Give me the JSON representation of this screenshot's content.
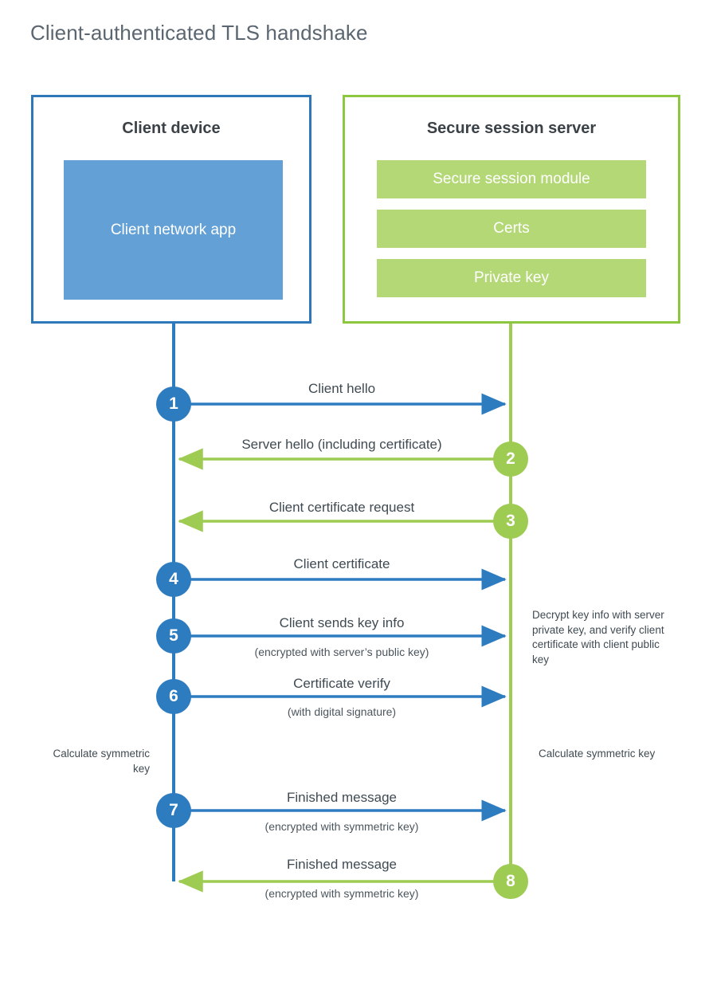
{
  "title": "Client-authenticated TLS handshake",
  "colors": {
    "client_accent": "#2e77b8",
    "client_fill": "#62a0d6",
    "client_circle": "#2e7cc0",
    "server_accent": "#8dc63f",
    "server_fill": "#b5d877",
    "server_circle": "#9ecb52",
    "text": "#3f4a52",
    "title_text": "#5b6670",
    "background": "#ffffff"
  },
  "client": {
    "title": "Client device",
    "app_label": "Client network app"
  },
  "server": {
    "title": "Secure session server",
    "components": [
      "Secure session module",
      "Certs",
      "Private key"
    ]
  },
  "steps": [
    {
      "number": "1",
      "label": "Client hello",
      "sub": "",
      "direction": "client-to-server",
      "actor": "client"
    },
    {
      "number": "2",
      "label": "Server hello (including certificate)",
      "sub": "",
      "direction": "server-to-client",
      "actor": "server"
    },
    {
      "number": "3",
      "label": "Client certificate request",
      "sub": "",
      "direction": "server-to-client",
      "actor": "server"
    },
    {
      "number": "4",
      "label": "Client certificate",
      "sub": "",
      "direction": "client-to-server",
      "actor": "client"
    },
    {
      "number": "5",
      "label": "Client sends key info",
      "sub": "(encrypted with server’s public key)",
      "direction": "client-to-server",
      "actor": "client"
    },
    {
      "number": "6",
      "label": "Certificate verify",
      "sub": "(with digital signature)",
      "direction": "client-to-server",
      "actor": "client"
    },
    {
      "number": "7",
      "label": "Finished message",
      "sub": "(encrypted with symmetric key)",
      "direction": "client-to-server",
      "actor": "client"
    },
    {
      "number": "8",
      "label": "Finished message",
      "sub": "(encrypted with symmetric key)",
      "direction": "server-to-client",
      "actor": "server"
    }
  ],
  "notes": {
    "server_decrypt": "Decrypt key info with server private key, and verify client certificate with client public key",
    "client_symmetric_key": "Calculate symmetric key",
    "server_symmetric_key": "Calculate symmetric key"
  }
}
